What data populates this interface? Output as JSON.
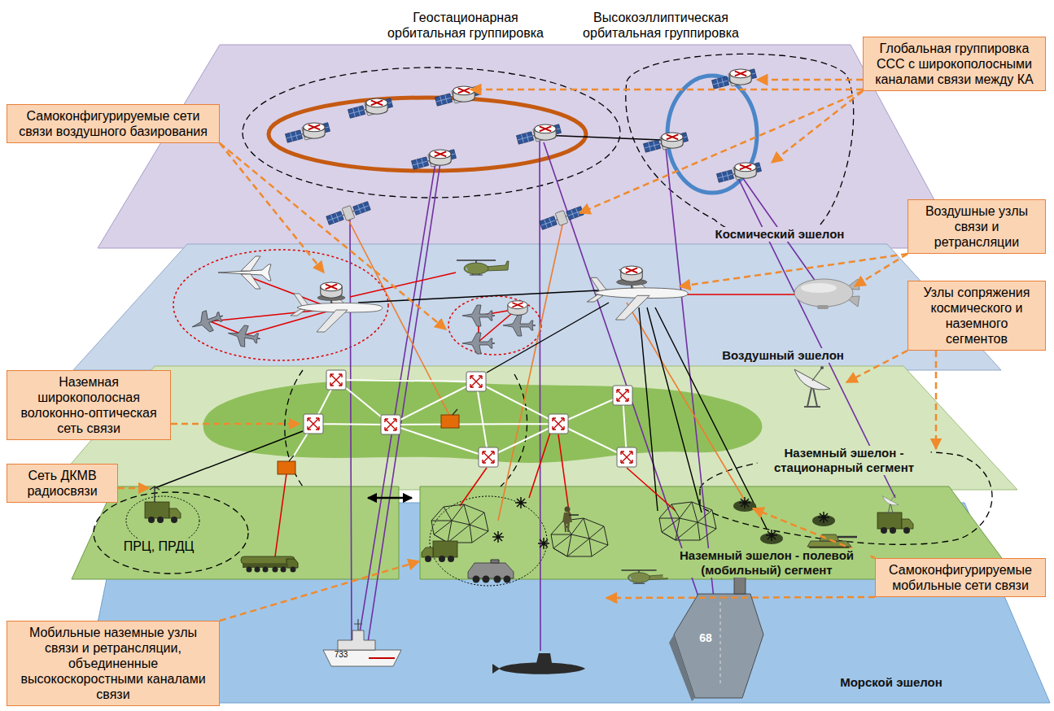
{
  "diagram": {
    "nodes": [
      {
        "text": [
          "Космический эшелон"
        ]
      },
      {
        "text": [
          "Воздушный эшелон"
        ]
      },
      {
        "text": [
          "Наземный эшелон - стационарный сегмент"
        ]
      },
      {
        "text": [
          "Наземный эшелон - полевой (мобильный) сегмент"
        ]
      },
      {
        "text": [
          "Морской эшелон"
        ]
      },
      {
        "text": [
          "Глобальная группировка ССС с широкополосными каналами связи между КА"
        ]
      },
      {
        "text": [
          "Самоконфигурируемые сети связи воздушного базирования"
        ]
      },
      {
        "text": [
          "Воздушные узлы связи и ретрансляции"
        ]
      },
      {
        "text": [
          "Узлы сопряжения космического и наземного сегментов"
        ]
      },
      {
        "text": [
          "Наземная широкополосная волоконно-оптическая сеть связи"
        ]
      },
      {
        "text": [
          "Сеть ДКМВ радиосвязи"
        ]
      },
      {
        "text": [
          "Самоконфигурируемые мобильные сети связи"
        ]
      },
      {
        "text": [
          "Мобильные наземные узлы связи и ретрансляции, объединенные высокоскоростными каналами связи"
        ]
      }
    ],
    "labels": [
      "Геостационарная орбитальная группировка",
      "Высокоэллиптическая орбитальная группировка",
      "ПРЦ, ПРДЦ",
      "733",
      "68"
    ]
  }
}
